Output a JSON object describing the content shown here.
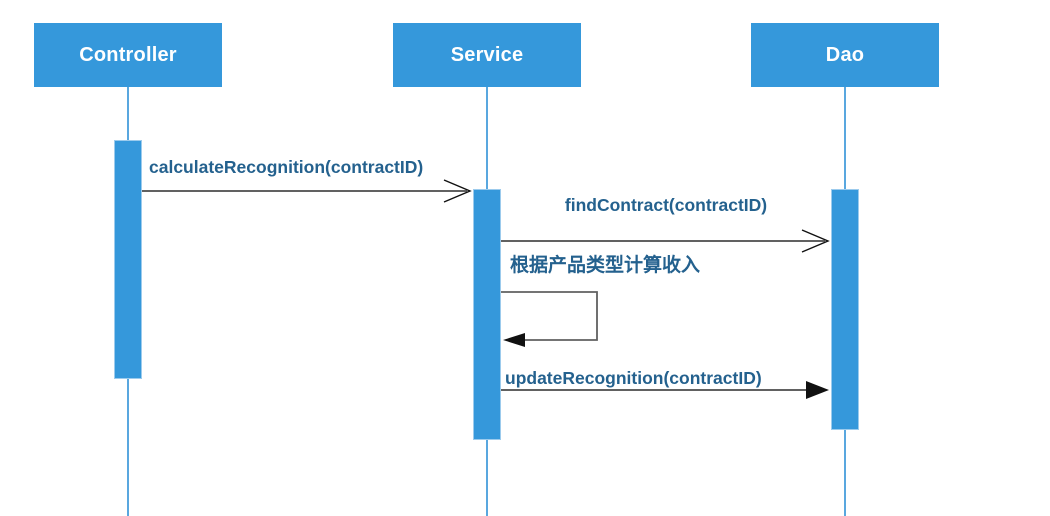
{
  "diagram": {
    "type": "uml-sequence",
    "actors": [
      {
        "name": "Controller"
      },
      {
        "name": "Service"
      },
      {
        "name": "Dao"
      }
    ],
    "messages": [
      {
        "from": "Controller",
        "to": "Service",
        "label": "calculateRecognition(contractID)",
        "arrow": "open"
      },
      {
        "from": "Service",
        "to": "Dao",
        "label": "findContract(contractID)",
        "arrow": "open"
      },
      {
        "from": "Service",
        "to": "Service",
        "label": "根据产品类型计算收入",
        "arrow": "self-filled"
      },
      {
        "from": "Service",
        "to": "Dao",
        "label": "updateRecognition(contractID)",
        "arrow": "filled"
      }
    ]
  },
  "colors": {
    "actor-fill": "#3598DB",
    "actor-text": "#FFFFFF",
    "lifeline": "#59A7DF",
    "activation-fill": "#3598DB",
    "activation-border": "#9CCBED",
    "message-text": "#24618E",
    "arrow-line": "#616161",
    "arrow-head": "#111111",
    "background": "#FFFFFF"
  }
}
